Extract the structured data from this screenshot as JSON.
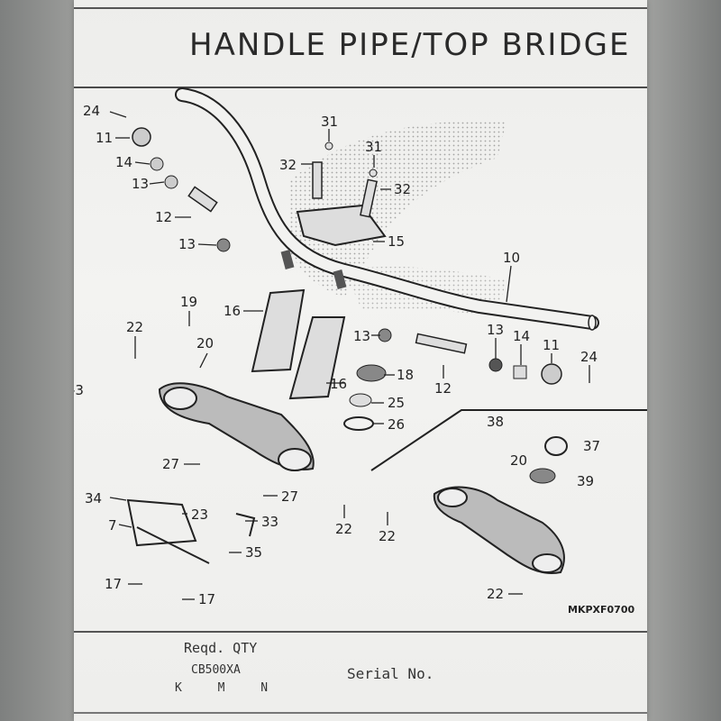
{
  "header": {
    "title": "HANDLE PIPE/TOP BRIDGE"
  },
  "diagram": {
    "code": "MKPXF0700",
    "callouts": [
      {
        "id": "c24a",
        "text": "24"
      },
      {
        "id": "c11a",
        "text": "11"
      },
      {
        "id": "c14a",
        "text": "14"
      },
      {
        "id": "c13a",
        "text": "13"
      },
      {
        "id": "c12a",
        "text": "12"
      },
      {
        "id": "c13b",
        "text": "13"
      },
      {
        "id": "c31a",
        "text": "31"
      },
      {
        "id": "c32a",
        "text": "32"
      },
      {
        "id": "c31b",
        "text": "31"
      },
      {
        "id": "c32b",
        "text": "32"
      },
      {
        "id": "c15",
        "text": "15"
      },
      {
        "id": "c10",
        "text": "10"
      },
      {
        "id": "c19",
        "text": "19"
      },
      {
        "id": "c16a",
        "text": "16"
      },
      {
        "id": "c22a",
        "text": "22"
      },
      {
        "id": "c20a",
        "text": "20"
      },
      {
        "id": "c13c",
        "text": "13"
      },
      {
        "id": "c13d",
        "text": "13"
      },
      {
        "id": "c14b",
        "text": "14"
      },
      {
        "id": "c11b",
        "text": "11"
      },
      {
        "id": "c24b",
        "text": "24"
      },
      {
        "id": "c18",
        "text": "18"
      },
      {
        "id": "c12b",
        "text": "12"
      },
      {
        "id": "c16b",
        "text": "16"
      },
      {
        "id": "c25",
        "text": "25"
      },
      {
        "id": "c26",
        "text": "26"
      },
      {
        "id": "c3",
        "text": "-3"
      },
      {
        "id": "c38",
        "text": "38"
      },
      {
        "id": "c37",
        "text": "37"
      },
      {
        "id": "c20b",
        "text": "20"
      },
      {
        "id": "c39",
        "text": "39"
      },
      {
        "id": "c27a",
        "text": "27"
      },
      {
        "id": "c27b",
        "text": "27"
      },
      {
        "id": "c34",
        "text": "34"
      },
      {
        "id": "c23",
        "text": "23"
      },
      {
        "id": "c33",
        "text": "33"
      },
      {
        "id": "c7",
        "text": "7"
      },
      {
        "id": "c35",
        "text": "35"
      },
      {
        "id": "c22b",
        "text": "22"
      },
      {
        "id": "c22c",
        "text": "22"
      },
      {
        "id": "c17a",
        "text": "17"
      },
      {
        "id": "c17b",
        "text": "17"
      },
      {
        "id": "c22d",
        "text": "22"
      }
    ]
  },
  "footer": {
    "reqd_qty": "Reqd. QTY",
    "model": "CB500XA",
    "variants": "K M N",
    "serial_label": "Serial No."
  },
  "colors": {
    "paper": "#f0f0ee",
    "ink": "#222222",
    "photo_bg": "#8c8e8c"
  }
}
